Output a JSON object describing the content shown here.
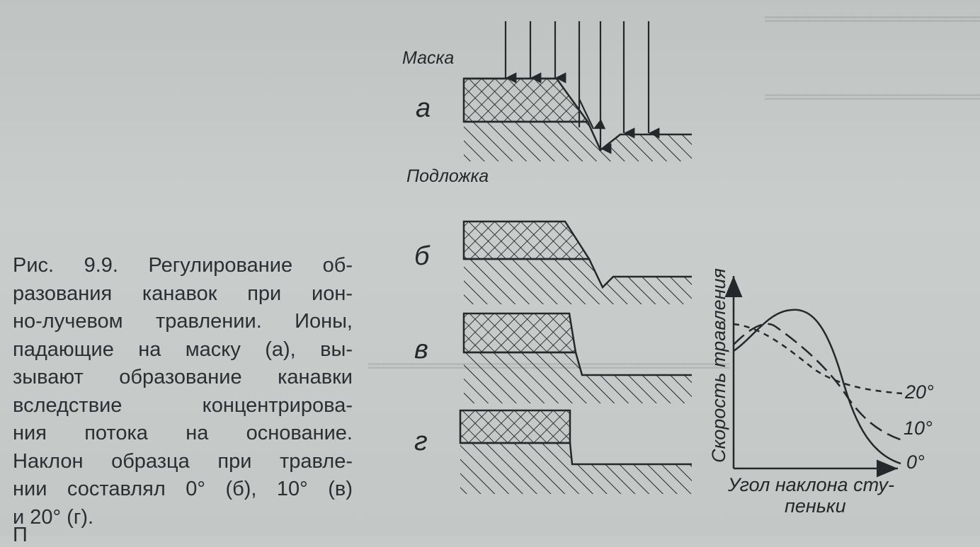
{
  "caption": {
    "lines": [
      "Рис. 9.9. Регулирование об-",
      "разования канавок при ион-",
      "но-лучевом травлении. Ионы,",
      "падающие на маску (а), вы-",
      "зывают образование канавки",
      "вследствие концентрирова-",
      "ния потока на основание.",
      "Наклон образца при травле-",
      "нии составлял 0° (б), 10° (в)",
      "и 20° (г)."
    ]
  },
  "bottom_text": "П",
  "figure": {
    "mask_label": "Маска",
    "substrate_label": "Подложка",
    "panels": [
      {
        "label": "а"
      },
      {
        "label": "б"
      },
      {
        "label": "в"
      },
      {
        "label": "г"
      }
    ]
  },
  "chart_data": {
    "type": "line",
    "ylabel": "Скорость травления",
    "xlabel": "Угол наклона сту- пеньки",
    "series": [
      {
        "name": "0°",
        "style": "solid"
      },
      {
        "name": "10°",
        "style": "long-dash"
      },
      {
        "name": "20°",
        "style": "short-dash"
      }
    ]
  },
  "colors": {
    "paper": "#c6cac8",
    "ink": "#25282b",
    "bleed_through": "#3c4248"
  }
}
